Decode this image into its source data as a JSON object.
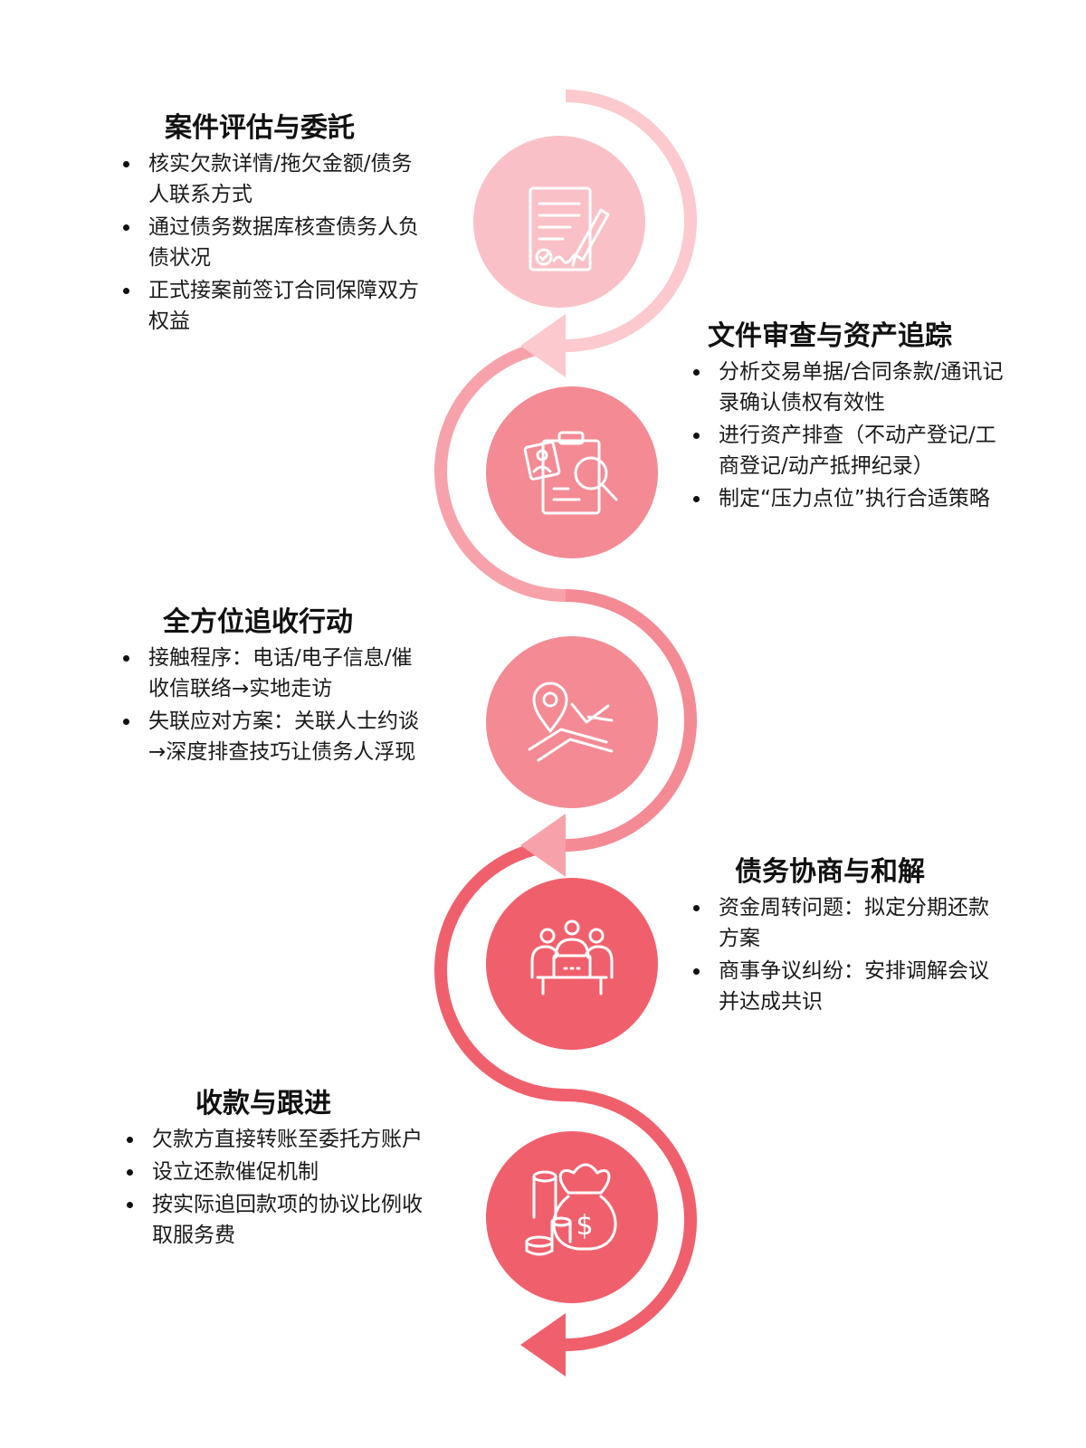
{
  "colors": {
    "step1": "#f9c1c7",
    "step2": "#f38a94",
    "step3": "#f38a94",
    "step4": "#f0606c",
    "step5": "#f0606c",
    "icon_stroke": "#ffffff"
  },
  "steps": [
    {
      "title": "案件评估与委託",
      "icon": "contract-signing-icon",
      "bullets": [
        "核实欠款详情/拖欠金额/债务人联系方式",
        "通过债务数据库核查债务人负债状况",
        "正式接案前签订合同保障双方权益"
      ]
    },
    {
      "title": "文件审查与资产追踪",
      "icon": "document-magnifier-icon",
      "bullets": [
        "分析交易单据/合同条款/通讯记录确认债权有效性",
        "进行资产排查（不动产登记/工商登记/动产抵押纪录）",
        "制定“压力点位”执行合适策略"
      ]
    },
    {
      "title": "全方位追收行动",
      "icon": "map-location-icon",
      "bullets": [
        "接触程序：电话/电子信息/催收信联络→实地走访",
        "失联应对方案：关联人士约谈→深度排查技巧让债务人浮现"
      ]
    },
    {
      "title": "债务协商与和解",
      "icon": "meeting-table-icon",
      "bullets": [
        "资金周转问题：拟定分期还款方案",
        "商事争议纠纷：安排调解会议并达成共识"
      ]
    },
    {
      "title": "收款与跟进",
      "icon": "money-bag-icon",
      "bullets": [
        "欠款方直接转账至委托方账户",
        "设立还款催促机制",
        "按实际追回款项的协议比例收取服务费"
      ]
    }
  ]
}
